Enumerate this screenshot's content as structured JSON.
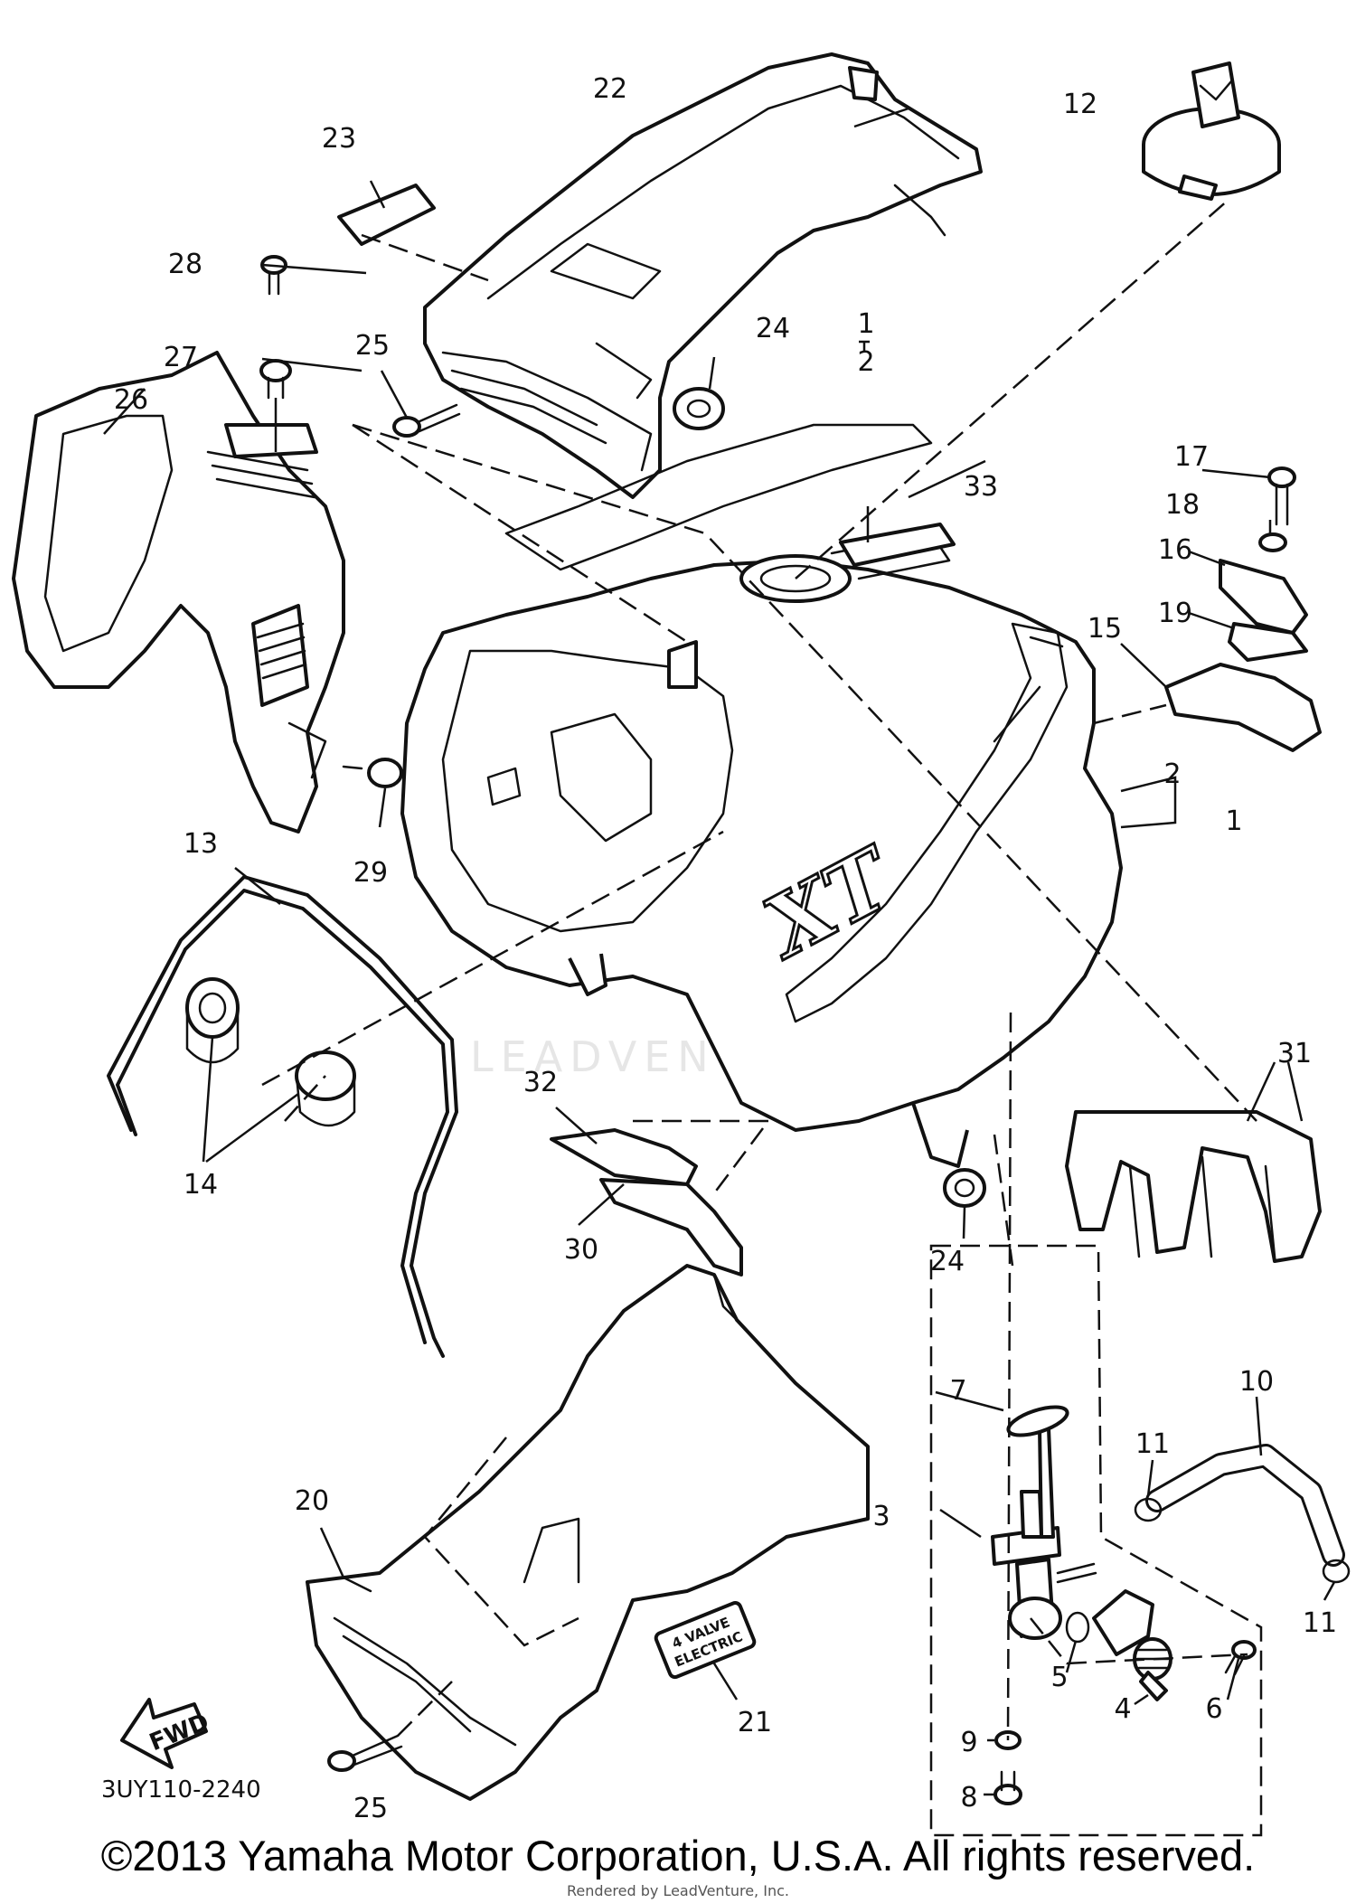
{
  "diagram": {
    "code": "3UY110-2240",
    "watermark": "LEADVENTURE",
    "emblem_text": "XT",
    "decal_line1": "4 VALVE",
    "decal_line2": "ELECTRIC",
    "fwd_label": "FWD"
  },
  "callouts": {
    "c1a": "1",
    "c2a": "2",
    "c1b": "1",
    "c2b": "2",
    "c3": "3",
    "c4": "4",
    "c5": "5",
    "c6": "6",
    "c7": "7",
    "c8": "8",
    "c9": "9",
    "c10": "10",
    "c11a": "11",
    "c11b": "11",
    "c12": "12",
    "c13": "13",
    "c14": "14",
    "c15": "15",
    "c16": "16",
    "c17": "17",
    "c18": "18",
    "c19": "19",
    "c20": "20",
    "c21": "21",
    "c22": "22",
    "c23": "23",
    "c24a": "24",
    "c24b": "24",
    "c25a": "25",
    "c25b": "25",
    "c26": "26",
    "c27": "27",
    "c28": "28",
    "c29": "29",
    "c30": "30",
    "c31": "31",
    "c32": "32",
    "c33": "33"
  },
  "footer": {
    "copyright": "©2013 Yamaha Motor Corporation, U.S.A. All rights reserved.",
    "rendered_by": "Rendered by LeadVenture, Inc."
  }
}
